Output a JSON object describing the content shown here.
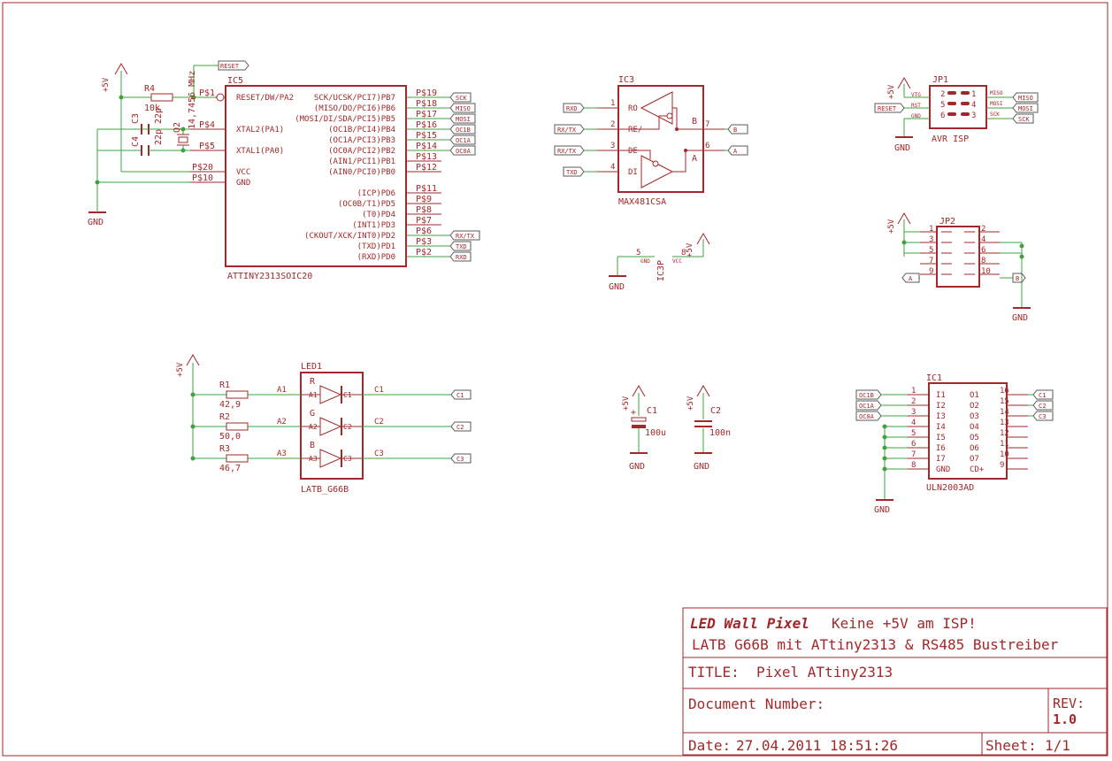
{
  "colors": {
    "symbol": "#a2282a",
    "wire": "#3ea33e",
    "label_outline": "#5a5a5a",
    "background": "#ffffff"
  },
  "ic5": {
    "name": "IC5",
    "part": "ATTINY2313SOIC20",
    "left_pins": [
      "RESET/DW/PA2",
      "XTAL2(PA1)",
      "XTAL1(PA0)",
      "VCC",
      "GND"
    ],
    "left_pads": [
      "P$1",
      "P$4",
      "P$5",
      "P$20",
      "P$10"
    ],
    "right_pins": [
      "SCK/UCSK/PCI7)PB7",
      "(MISO/DO/PCI6)PB6",
      "(MOSI/DI/SDA/PCI5)PB5",
      "(OC1B/PCI4)PB4",
      "(OC1A/PCI3)PB3",
      "(OC0A/PCI2)PB2",
      "(AIN1/PCI1)PB1",
      "(AIN0/PCI0)PB0",
      "(ICP)PD6",
      "(OC0B/T1)PD5",
      "(T0)PD4",
      "(INT1)PD3",
      "(CKOUT/XCK/INT0)PD2",
      "(TXD)PD1",
      "(RXD)PD0"
    ],
    "right_pads": [
      "P$19",
      "P$18",
      "P$17",
      "P$16",
      "P$15",
      "P$14",
      "P$13",
      "P$12",
      "P$11",
      "P$9",
      "P$8",
      "P$7",
      "P$6",
      "P$3",
      "P$2"
    ],
    "net_labels": [
      "SCK",
      "MISO",
      "MOSI",
      "OC1B",
      "OC1A",
      "OC0A",
      "RX/TX",
      "TXD",
      "RXD"
    ]
  },
  "passives": {
    "r4_name": "R4",
    "r4_value": "10k",
    "c3_name": "C3",
    "c3_value": "22p",
    "c4_name": "C4",
    "c4_value": "22p",
    "q2_name": "Q2",
    "q2_value": "14,7456 MHz",
    "reset_label": "RESET"
  },
  "power": {
    "vcc": "+5V",
    "gnd": "GND"
  },
  "ic3": {
    "name": "IC3",
    "part": "MAX481CSA",
    "pins_left": [
      "RO",
      "RE/",
      "DE",
      "DI"
    ],
    "pin_nums_left": [
      "1",
      "2",
      "3",
      "4"
    ],
    "pins_right": [
      "B",
      "A"
    ],
    "pin_nums_right": [
      "7",
      "6"
    ],
    "net_left": [
      "RXD",
      "RX/TX",
      "RX/TX",
      "TXD"
    ],
    "net_right": [
      "B",
      "A"
    ]
  },
  "ic3p": {
    "name": "IC3P",
    "gnd_pin": "5",
    "vcc_pin": "8",
    "gnd_label": "GND",
    "vcc_label": "VCC"
  },
  "jp1": {
    "name": "JP1",
    "caption": "AVR ISP",
    "left_labels": [
      "VTG",
      "RST",
      "GND"
    ],
    "left_nums": [
      "2",
      "5",
      "6"
    ],
    "right_nums": [
      "1",
      "4",
      "3"
    ],
    "right_labels": [
      "MISO",
      "MOSI",
      "SCK"
    ],
    "net_left": "RESET",
    "net_right": [
      "MISO",
      "MOSI",
      "SCK"
    ]
  },
  "jp2": {
    "name": "JP2",
    "left_nums": [
      "1",
      "3",
      "5",
      "7",
      "9"
    ],
    "right_nums": [
      "2",
      "4",
      "6",
      "8",
      "10"
    ],
    "net_a": "A",
    "net_b": "B"
  },
  "led1": {
    "name": "LED1",
    "part": "LATB_G66B",
    "colors": [
      "R",
      "G",
      "B"
    ],
    "anode_pins": [
      "A1",
      "A2",
      "A3"
    ],
    "cathode_pins": [
      "C1",
      "C2",
      "C3"
    ],
    "resistors": [
      {
        "name": "R1",
        "value": "42,9"
      },
      {
        "name": "R2",
        "value": "50,0"
      },
      {
        "name": "R3",
        "value": "46,7"
      }
    ],
    "net_labels": [
      "C1",
      "C2",
      "C3"
    ]
  },
  "caps": {
    "c1_name": "C1",
    "c1_value": "100u",
    "c1_plus": "+",
    "c2_name": "C2",
    "c2_value": "100n"
  },
  "ic1": {
    "name": "IC1",
    "part": "ULN2003AD",
    "left_nums": [
      "1",
      "2",
      "3",
      "4",
      "5",
      "6",
      "7",
      "8"
    ],
    "left_pins": [
      "I1",
      "I2",
      "I3",
      "I4",
      "I5",
      "I6",
      "I7",
      "GND"
    ],
    "right_nums": [
      "16",
      "15",
      "14",
      "13",
      "12",
      "11",
      "10",
      "9"
    ],
    "right_pins": [
      "O1",
      "O2",
      "O3",
      "O4",
      "O5",
      "O6",
      "O7",
      "CD+"
    ],
    "net_left": [
      "OC1B",
      "OC1A",
      "OC0A"
    ],
    "net_right": [
      "C1",
      "C2",
      "C3"
    ]
  },
  "title_block": {
    "project": "LED Wall Pixel",
    "note": "Keine +5V am ISP!",
    "subtitle": "LATB G66B mit ATtiny2313 & RS485 Bustreiber",
    "title_label": "TITLE:",
    "title_value": "Pixel ATtiny2313",
    "doc_label": "Document Number:",
    "rev_label": "REV:",
    "rev_value": "1.0",
    "date_label": "Date:",
    "date_value": "27.04.2011 18:51:26",
    "sheet_label": "Sheet:",
    "sheet_value": "1/1"
  }
}
